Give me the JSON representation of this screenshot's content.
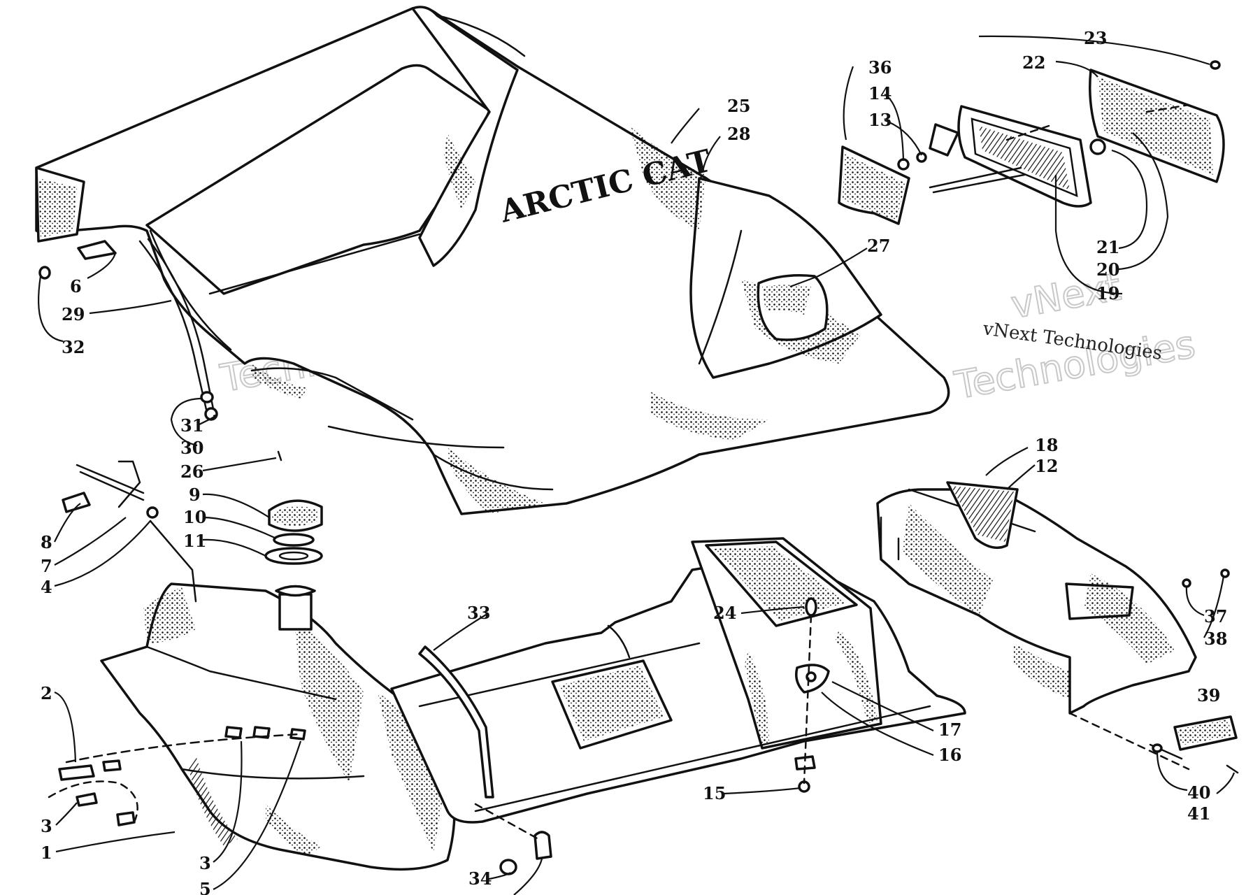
{
  "brand_text": "ARCTIC CAT",
  "watermark": {
    "line1": "vNext",
    "line2": "Technologies",
    "full": "vNext Technologies"
  },
  "callouts": {
    "c1": "1",
    "c2": "2",
    "c3a": "3",
    "c3b": "3",
    "c4": "4",
    "c5": "5",
    "c6": "6",
    "c7": "7",
    "c8": "8",
    "c9": "9",
    "c10": "10",
    "c11": "11",
    "c12": "12",
    "c13": "13",
    "c14": "14",
    "c15": "15",
    "c16": "16",
    "c17": "17",
    "c18": "18",
    "c19": "19",
    "c20": "20",
    "c21": "21",
    "c22": "22",
    "c23": "23",
    "c24": "24",
    "c25": "25",
    "c26": "26",
    "c27": "27",
    "c28": "28",
    "c29": "29",
    "c30": "30",
    "c31": "31",
    "c32": "32",
    "c33": "33",
    "c34": "34",
    "c36": "36",
    "c37": "37",
    "c38": "38",
    "c39": "39",
    "c40": "40",
    "c41": "41"
  }
}
